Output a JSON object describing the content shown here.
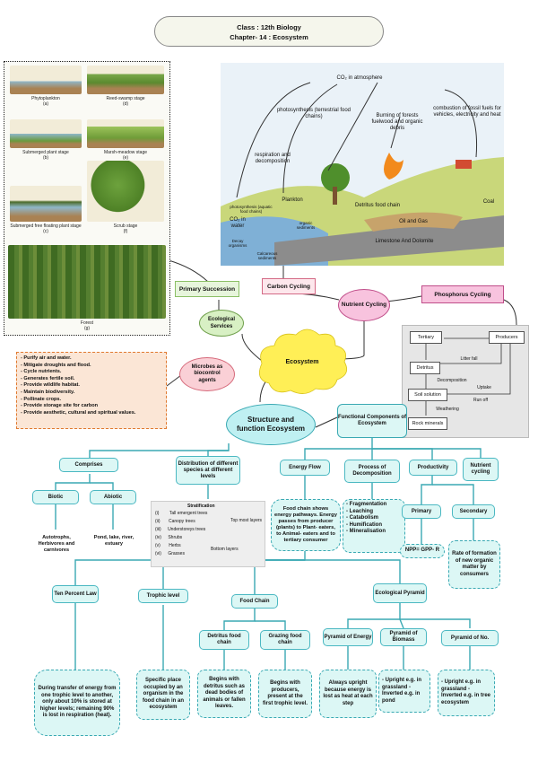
{
  "header": {
    "line1": "Class : 12th Biology",
    "line2": "Chapter- 14 : Ecosystem"
  },
  "succession": {
    "stages": [
      {
        "name": "Phytoplankton",
        "tag": "(a)"
      },
      {
        "name": "Reed-swamp stage",
        "tag": "(d)"
      },
      {
        "name": "Submerged plant stage",
        "tag": "(b)"
      },
      {
        "name": "Marsh-meadow stage",
        "tag": "(e)"
      },
      {
        "name": "Submerged free floating plant stage",
        "tag": "(c)"
      },
      {
        "name": "Scrub stage",
        "tag": "(f)"
      },
      {
        "name": "Forest",
        "tag": "(g)"
      }
    ]
  },
  "carbon_cycle": {
    "atmosphere": "CO₂ in atmosphere",
    "photosynthesis": "photosynthesis (terrestrial food chains)",
    "burning": "Burning of forests fuelwood and organic debris",
    "combustion": "combustion of fossil fuels for vehicles, electricity and heat",
    "respiration": "respiration and decomposition",
    "aquatic_photo": "photosynthesis (aquatic food chains)",
    "plankton": "Plankton",
    "co2_water": "CO₂ in water",
    "organic_sed": "organic sediments",
    "decay": "Decay organisms",
    "calcareous": "Calcareous sediments",
    "detritus_chain": "Detritus food chain",
    "oil_gas": "Oil and Gas",
    "coal": "Coal",
    "limestone": "Limestone And Dolomite"
  },
  "nodes": {
    "primary_succession": "Primary Succession",
    "ecological_services": "Ecological Services",
    "carbon_cycling": "Carbon Cycling",
    "nutrient_cycling": "Nutrient Cycling",
    "phosphorus_cycling": "Phosphorus Cycling",
    "ecosystem": "Ecosystem",
    "microbes": "Microbes as biocontrol agents",
    "structure": "Structure and function Ecosystem",
    "functional": "Functional Components of Ecosystem"
  },
  "services": [
    "- Purify air and water.",
    "- Mitigate droughts and flood.",
    "- Cycle nutrients.",
    "- Generates fertile soil.",
    "- Provide wildlife habitat.",
    "- Maintain biodiversity.",
    "- Pollinate crops.",
    "- Provide storage site for carbon",
    "- Provide aesthetic, cultural and spiritual values."
  ],
  "phosphorus": {
    "tertiary": "Tertiary",
    "producers": "Producers",
    "litter_fall": "Litter fall",
    "detritus": "Detritus",
    "decomposition": "Decomposition",
    "uptake": "Uptake",
    "soil_solution": "Soil solution",
    "run_off": "Run off",
    "weathering": "Weathering",
    "rock_minerals": "Rock minerals"
  },
  "structure": {
    "comprises": "Comprises",
    "distribution": "Distribution of different species at different levels",
    "biotic": "Biotic",
    "abiotic": "Abiotic",
    "biotic_desc": "Autotrophs, Herbivores and carnivores",
    "abiotic_desc": "Pond, lake, river, estuary",
    "stratification": {
      "title": "Stratification",
      "rows": [
        {
          "tag": "(i)",
          "name": "Tall emergent trees"
        },
        {
          "tag": "(ii)",
          "name": "Canopy trees"
        },
        {
          "tag": "(iii)",
          "name": "Understoreys trees"
        },
        {
          "tag": "(iv)",
          "name": "Shrubs"
        },
        {
          "tag": "(v)",
          "name": "Herbs"
        },
        {
          "tag": "(vi)",
          "name": "Grasses"
        }
      ],
      "top": "Top most layers",
      "bottom": "Bottom layers"
    }
  },
  "functional": {
    "energy_flow": "Energy Flow",
    "decomposition": "Process of Decomposition",
    "productivity": "Productivity",
    "nutrient": "Nutrient cycling",
    "food_chain_desc": "Food chain shows energy pathways. Energy passes from producer (plants) to Plant- eaters, to Animal- eaters and to tertiary consumer",
    "decomp_list": [
      "- Fragmentation",
      "- Leaching",
      "- Catabolism",
      "- Humification",
      "- Mineralisation"
    ],
    "primary": "Primary",
    "secondary": "Secondary",
    "npp": "NPP= GPP- R",
    "secondary_desc": "Rate of formation of new organic matter by consumers"
  },
  "energy": {
    "ten_percent": "Ten Percent Law",
    "trophic": "Trophic level",
    "food_chain": "Food Chain",
    "eco_pyramid": "Ecological Pyramid",
    "detritus": "Detritus food chain",
    "grazing": "Grazing food chain",
    "pyr_energy": "Pyramid of Energy",
    "pyr_biomass": "Pyramid of Biomass",
    "pyr_no": "Pyramid of No.",
    "ten_desc": "During transfer of energy from one trophic level to another, only about 10% is stored at higher levels; remaining 90% is lost in respiration (heat).",
    "trophic_desc": "Specific place occupied by an organism in the food chain in an ecosystem",
    "detritus_desc": "Begins with detritus such as dead bodies of animals or fallen leaves.",
    "grazing_desc": "Begins with producers, present at the first trophic level.",
    "energy_desc": "Always upright because energy is lost as heat at each step",
    "biomass_desc": "- Upright e.g. in grassland - Inverted e.g. in pond",
    "no_desc": "- Upright e.g. in grassland - Inverted e.g. in tree ecosystem"
  }
}
